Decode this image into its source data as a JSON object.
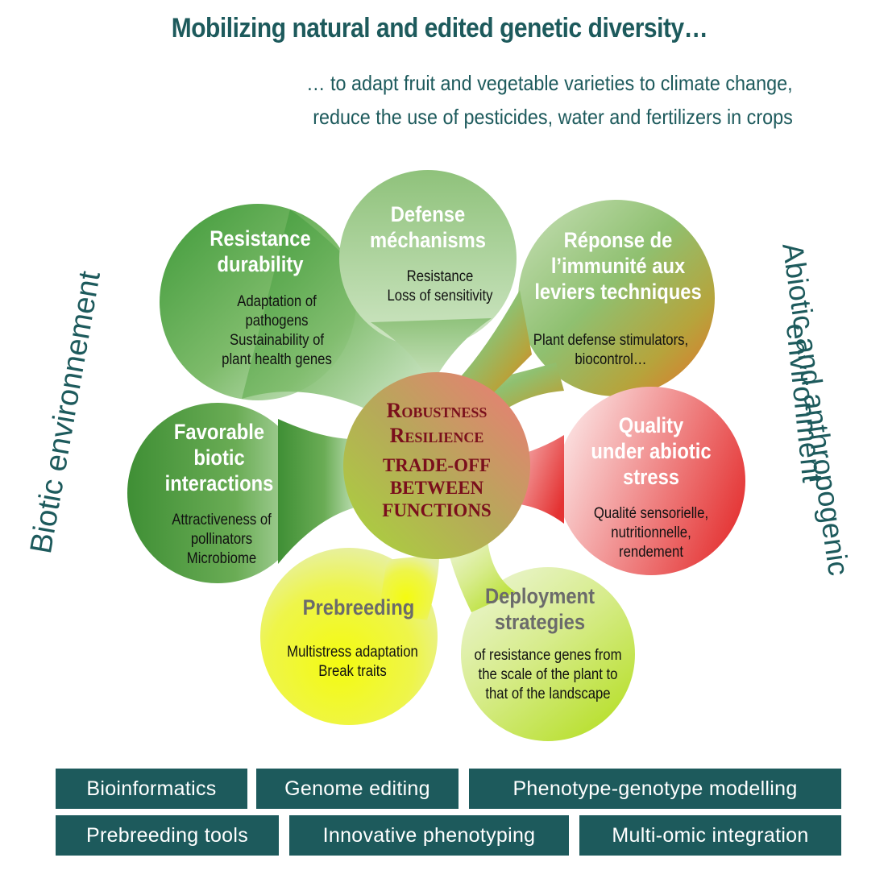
{
  "title": "Mobilizing natural and edited genetic diversity…",
  "subtitle": {
    "line1": "… to adapt fruit and vegetable varieties to climate change,",
    "line2": "reduce the use of pesticides, water and fertilizers in crops"
  },
  "side_labels": {
    "left": "Biotic environnement",
    "right_line1": "Abiotic and anthropogenic",
    "right_line2": "environment"
  },
  "center": {
    "line1": "Robustness",
    "line2": "Resilience",
    "line3": "Trade-off",
    "line4": "between",
    "line5": "functions"
  },
  "petals": {
    "resistance": {
      "title": "Resistance\ndurability",
      "body": "Adaptation of\npathogens\nSustainability of\nplant health genes"
    },
    "defense": {
      "title": "Defense\nméchanisms",
      "body": "Resistance\nLoss of sensitivity"
    },
    "immunite": {
      "title": "Réponse de\nl’immunité aux\nleviers techniques",
      "body": "Plant defense stimulators,\nbiocontrol…"
    },
    "quality": {
      "title": "Quality\nunder abiotic\nstress",
      "body": "Qualité sensorielle,\nnutritionnelle,\nrendement"
    },
    "deployment": {
      "title": "Deployment\nstrategies",
      "body": "of resistance genes from\nthe scale of the plant to\nthat of the landscape"
    },
    "prebreeding": {
      "title": "Prebreeding",
      "body": "Multistress adaptation\nBreak traits"
    },
    "favorable": {
      "title": "Favorable\nbiotic\ninteractions",
      "body": "Attractiveness of\npollinators\nMicrobiome"
    }
  },
  "tools": {
    "row1": [
      "Bioinformatics",
      "Genome editing",
      "Phenotype-genotype modelling"
    ],
    "row2": [
      "Prebreeding tools",
      "Innovative phenotyping",
      "Multi-omic integration"
    ]
  },
  "colors": {
    "teal": "#1d5a5c",
    "center_text": "#7a0f1c",
    "dark_green": "#4e9a3e",
    "light_green": "#a9cf8f",
    "orange": "#e07b2c",
    "red": "#e03a3a",
    "yellow": "#f0f51a"
  }
}
